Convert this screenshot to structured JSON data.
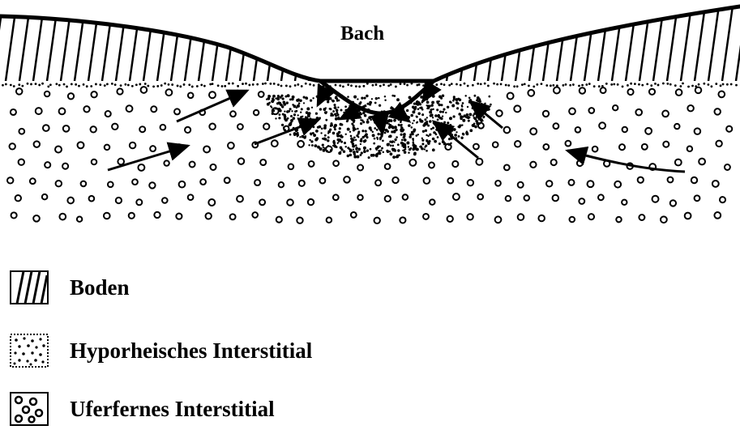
{
  "stream_label": "Bach",
  "legend": {
    "soil": "Boden",
    "hyporheic": "Hyporheisches Interstitial",
    "distal": "Uferfernes Interstitial"
  },
  "colors": {
    "ink": "#000000",
    "paper": "#ffffff"
  }
}
